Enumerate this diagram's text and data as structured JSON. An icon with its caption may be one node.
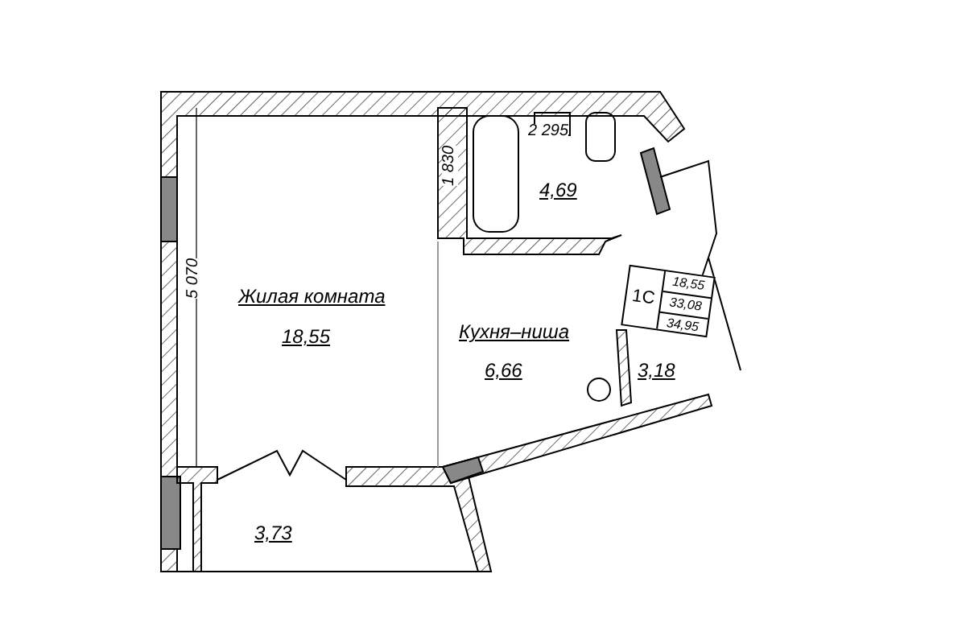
{
  "diagram": {
    "nodes": [
      {
        "text": [
          "Жилая комната",
          "18,55"
        ]
      },
      {
        "text": [
          "4,69"
        ]
      },
      {
        "text": [
          "Кухня–ниша",
          "6,66"
        ]
      },
      {
        "text": [
          "3,18"
        ]
      },
      {
        "text": [
          "3,73"
        ]
      },
      {
        "text": [
          "1С",
          "18,55",
          "33,08",
          "34,95"
        ]
      }
    ],
    "labels": [
      "2 295",
      "1 830",
      "5 070"
    ]
  }
}
